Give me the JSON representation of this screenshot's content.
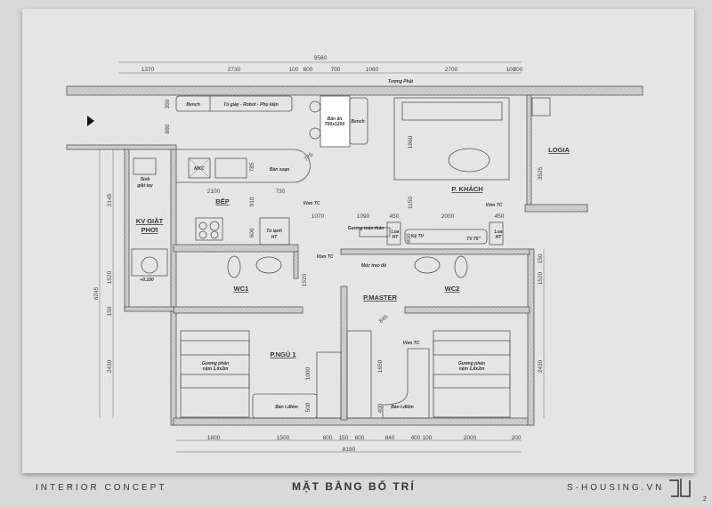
{
  "footer": {
    "left": "INTERIOR CONCEPT",
    "title": "MẶT BẰNG BỐ TRÍ",
    "brand": "S-HOUSING.VN",
    "page": "2",
    "logo_text": "S-Housing logo"
  },
  "dims_top": {
    "total": "9560",
    "segments": [
      "1370",
      "2730",
      "100",
      "600",
      "700",
      "1060",
      "2700",
      "100",
      "200"
    ]
  },
  "dims_bottom": {
    "total": "8190",
    "segments": [
      "1800",
      "1500",
      "600",
      "150",
      "600",
      "840",
      "400",
      "100",
      "2000",
      "200"
    ]
  },
  "dims_left": [
    "2145",
    "1520",
    "6245",
    "150",
    "2430",
    "880",
    "350"
  ],
  "dims_right": [
    "1860",
    "1150",
    "3525",
    "150",
    "1520",
    "2430"
  ],
  "dims_inner": {
    "d2100": "2100",
    "d730": "730",
    "d775": "775",
    "d785": "785",
    "d910": "910",
    "d600": "600",
    "d1070": "1070",
    "d1090": "1090",
    "d450a": "450",
    "d2000": "2000",
    "d450b": "450",
    "d400": "400",
    "d1520": "1520",
    "d845": "845",
    "d1000": "1000",
    "d500": "500",
    "d1650": "1650",
    "d400b": "400"
  },
  "rooms": {
    "living": "P. KHÁCH",
    "logia": "LOGIA",
    "kitchen": "BẾP",
    "laundry_1": "KV GIẶT",
    "laundry_2": "PHƠI",
    "wc1": "WC1",
    "wc2": "WC2",
    "master": "P.MASTER",
    "bed1": "P.NGỦ 1"
  },
  "labels": {
    "bench1": "Bench",
    "shoe": "Tủ giày - Robot - Phụ kiện",
    "table_1": "Bàn ăn",
    "table_2": "700x1200",
    "bench2": "Bench",
    "buddha": "Tượng Phật",
    "mkc": "MKC",
    "prep": "Bàn soạn",
    "sink_1": "Sink",
    "sink_2": "giặt tay",
    "fridge_1": "Tủ lạnh",
    "fridge_2": "HT",
    "vom1": "Vòm TC",
    "vom2": "Vòm TC",
    "vom3": "Vòm TC",
    "vom4": "Vòm TC",
    "mirror": "Gương toàn thân",
    "speaker1_1": "Loa",
    "speaker1_2": "HT",
    "speaker2_1": "Loa",
    "speaker2_2": "HT",
    "tvshelf": "Kệ TV",
    "tv": "TV 75\"",
    "hook": "Móc treo đồ",
    "level": "+0.100",
    "bed1_1": "Gương phản",
    "bed1_2": "nệm 1,6x2m",
    "bed2_1": "Gương phản",
    "bed2_2": "nệm 1,8x2m",
    "vanity1": "Bàn t.điểm",
    "vanity2": "Bàn t.điểm"
  }
}
